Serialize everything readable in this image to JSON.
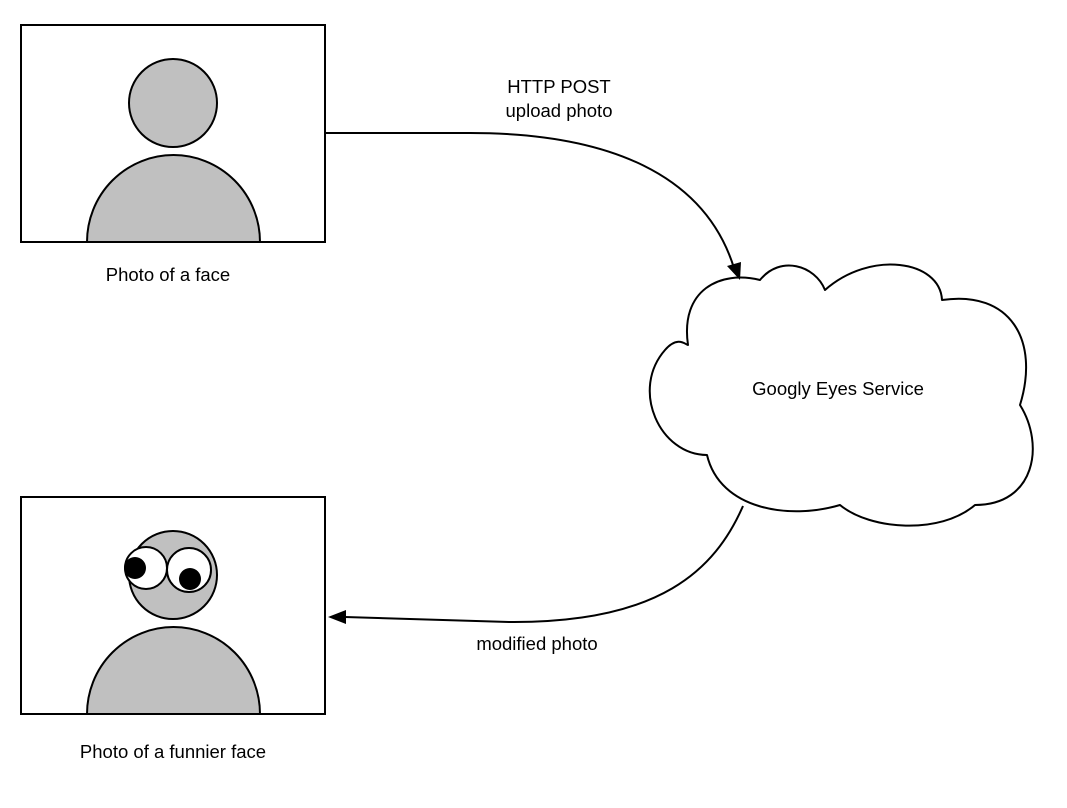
{
  "colors": {
    "stroke": "#000000",
    "figure_fill": "#c0c0c0",
    "eye_white": "#ffffff",
    "pupil": "#000000",
    "background": "#ffffff"
  },
  "nodes": {
    "face_photo": {
      "label": "Photo of a face",
      "icon": "person-silhouette-icon"
    },
    "funny_photo": {
      "label": "Photo of a funnier face",
      "icon": "person-googly-eyes-icon"
    },
    "service": {
      "label": "Googly Eyes Service",
      "icon": "cloud-icon"
    }
  },
  "edges": {
    "upload": {
      "from": "face_photo",
      "to": "service",
      "label_line1": "HTTP POST",
      "label_line2": "upload photo"
    },
    "response": {
      "from": "service",
      "to": "funny_photo",
      "label_line1": "modified photo"
    }
  }
}
